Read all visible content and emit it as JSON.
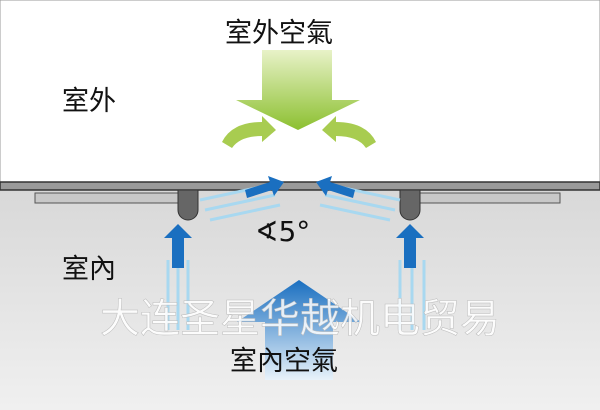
{
  "labels": {
    "outdoor_air": "室外空氣",
    "outdoor": "室外",
    "indoor": "室內",
    "indoor_air": "室內空氣",
    "angle": "∢5°"
  },
  "watermark": "大连圣星华越机电贸易",
  "colors": {
    "green_arrow": "#9cc83c",
    "blue_arrow": "#1a6fc0",
    "light_blue": "#a8d8f0",
    "indoor_bg": "#dcdcdc"
  }
}
